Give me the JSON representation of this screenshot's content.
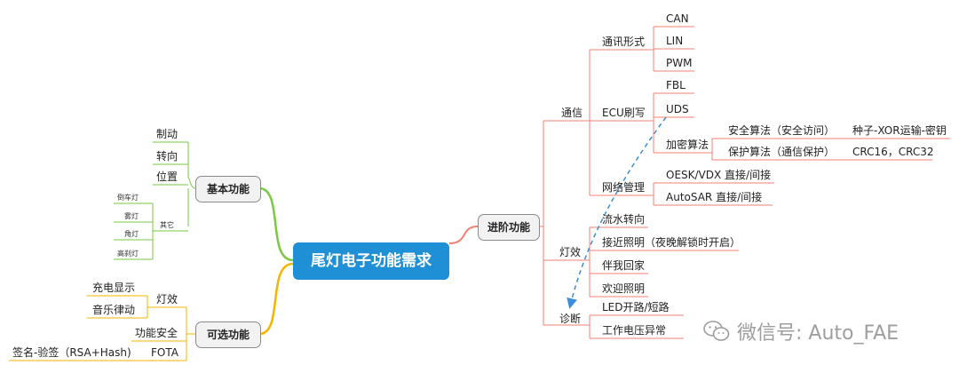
{
  "root": {
    "label": "尾灯电子功能需求"
  },
  "basic": {
    "label": "基本功能",
    "items": [
      "制动",
      "转向",
      "位置"
    ],
    "other": {
      "label": "其它",
      "items": [
        "倒车灯",
        "雾灯",
        "角灯",
        "高刹灯"
      ]
    }
  },
  "optional": {
    "label": "可选功能",
    "light_effect": {
      "label": "灯效",
      "items": [
        "充电显示",
        "音乐律动"
      ]
    },
    "safety": "功能安全",
    "fota": {
      "label": "FOTA",
      "item": "签名-验签（RSA+Hash)"
    }
  },
  "advanced": {
    "label": "进阶功能",
    "comm": {
      "label": "通信",
      "form": {
        "label": "通讯形式",
        "items": [
          "CAN",
          "LIN",
          "PWM"
        ]
      },
      "ecu": {
        "label": "ECU刷写",
        "fbl": "FBL",
        "uds": "UDS",
        "crypto": {
          "label": "加密算法",
          "security": {
            "label": "安全算法（安全访问）",
            "detail": "种子-XOR运输-密钥"
          },
          "protect": {
            "label": "保护算法（通信保护）",
            "detail": "CRC16，CRC32"
          }
        }
      },
      "network": {
        "label": "网络管理",
        "items": [
          "OESK/VDX 直接/间接",
          "AutoSAR 直接/间接"
        ]
      }
    },
    "effects": {
      "label": "灯效",
      "items": [
        "流水转向",
        "接近照明（夜晚解锁时开启）",
        "伴我回家",
        "欢迎照明"
      ]
    },
    "diag": {
      "label": "诊断",
      "items": [
        "LED开路/短路",
        "工作电压异常"
      ]
    }
  },
  "watermark": {
    "text": "微信号: Auto_FAE"
  },
  "colors": {
    "root": "#1f8fd6",
    "basic_branch": "#7ac943",
    "optional_branch": "#f5b400",
    "advanced_branch": "#f08070",
    "arrow": "#3a8fd8"
  }
}
